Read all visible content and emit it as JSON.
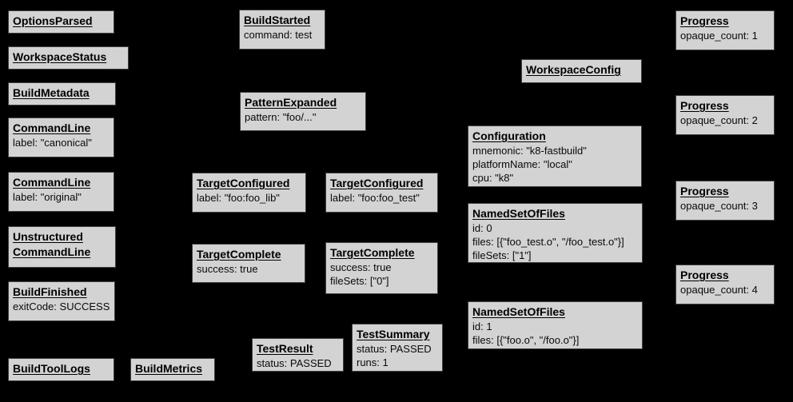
{
  "diagram": {
    "description": "Bazel Build Event Protocol event graph",
    "colors": {
      "background": "#000000",
      "node_fill": "#d3d3d3",
      "node_border": "#404040",
      "node_text": "#000000"
    }
  },
  "nodes": [
    {
      "title": "OptionsParsed",
      "lines": []
    },
    {
      "title": "WorkspaceStatus",
      "lines": []
    },
    {
      "title": "BuildMetadata",
      "lines": []
    },
    {
      "title": "CommandLine",
      "lines": [
        "label: \"canonical\""
      ]
    },
    {
      "title": "CommandLine",
      "lines": [
        "label: \"original\""
      ]
    },
    {
      "title": "Unstructured CommandLine",
      "lines": []
    },
    {
      "title": "BuildFinished",
      "lines": [
        "exitCode: SUCCESS"
      ]
    },
    {
      "title": "BuildToolLogs",
      "lines": []
    },
    {
      "title": "BuildMetrics",
      "lines": []
    },
    {
      "title": "BuildStarted",
      "lines": [
        "command: test"
      ]
    },
    {
      "title": "PatternExpanded",
      "lines": [
        "pattern: \"foo/...\""
      ]
    },
    {
      "title": "TargetConfigured",
      "lines": [
        "label: \"foo:foo_lib\""
      ]
    },
    {
      "title": "TargetConfigured",
      "lines": [
        "label: \"foo:foo_test\""
      ]
    },
    {
      "title": "TargetComplete",
      "lines": [
        "success: true"
      ]
    },
    {
      "title": "TargetComplete",
      "lines": [
        "success: true",
        "fileSets: [\"0\"]"
      ]
    },
    {
      "title": "TestResult",
      "lines": [
        "status: PASSED"
      ]
    },
    {
      "title": "TestSummary",
      "lines": [
        "status: PASSED",
        "runs: 1"
      ]
    },
    {
      "title": "WorkspaceConfig",
      "lines": []
    },
    {
      "title": "Configuration",
      "lines": [
        "mnemonic: \"k8-fastbuild\"",
        "platformName: \"local\"",
        "cpu: \"k8\""
      ]
    },
    {
      "title": "NamedSetOfFiles",
      "lines": [
        "id: 0",
        "files: [{\"foo_test.o\", \"/foo_test.o\"}]",
        "fileSets: [\"1\"]"
      ]
    },
    {
      "title": "NamedSetOfFiles",
      "lines": [
        "id: 1",
        "files: [{\"foo.o\", \"/foo.o\"}]"
      ]
    },
    {
      "title": "Progress",
      "lines": [
        "opaque_count: 1"
      ]
    },
    {
      "title": "Progress",
      "lines": [
        "opaque_count: 2"
      ]
    },
    {
      "title": "Progress",
      "lines": [
        "opaque_count: 3"
      ]
    },
    {
      "title": "Progress",
      "lines": [
        "opaque_count: 4"
      ]
    }
  ]
}
